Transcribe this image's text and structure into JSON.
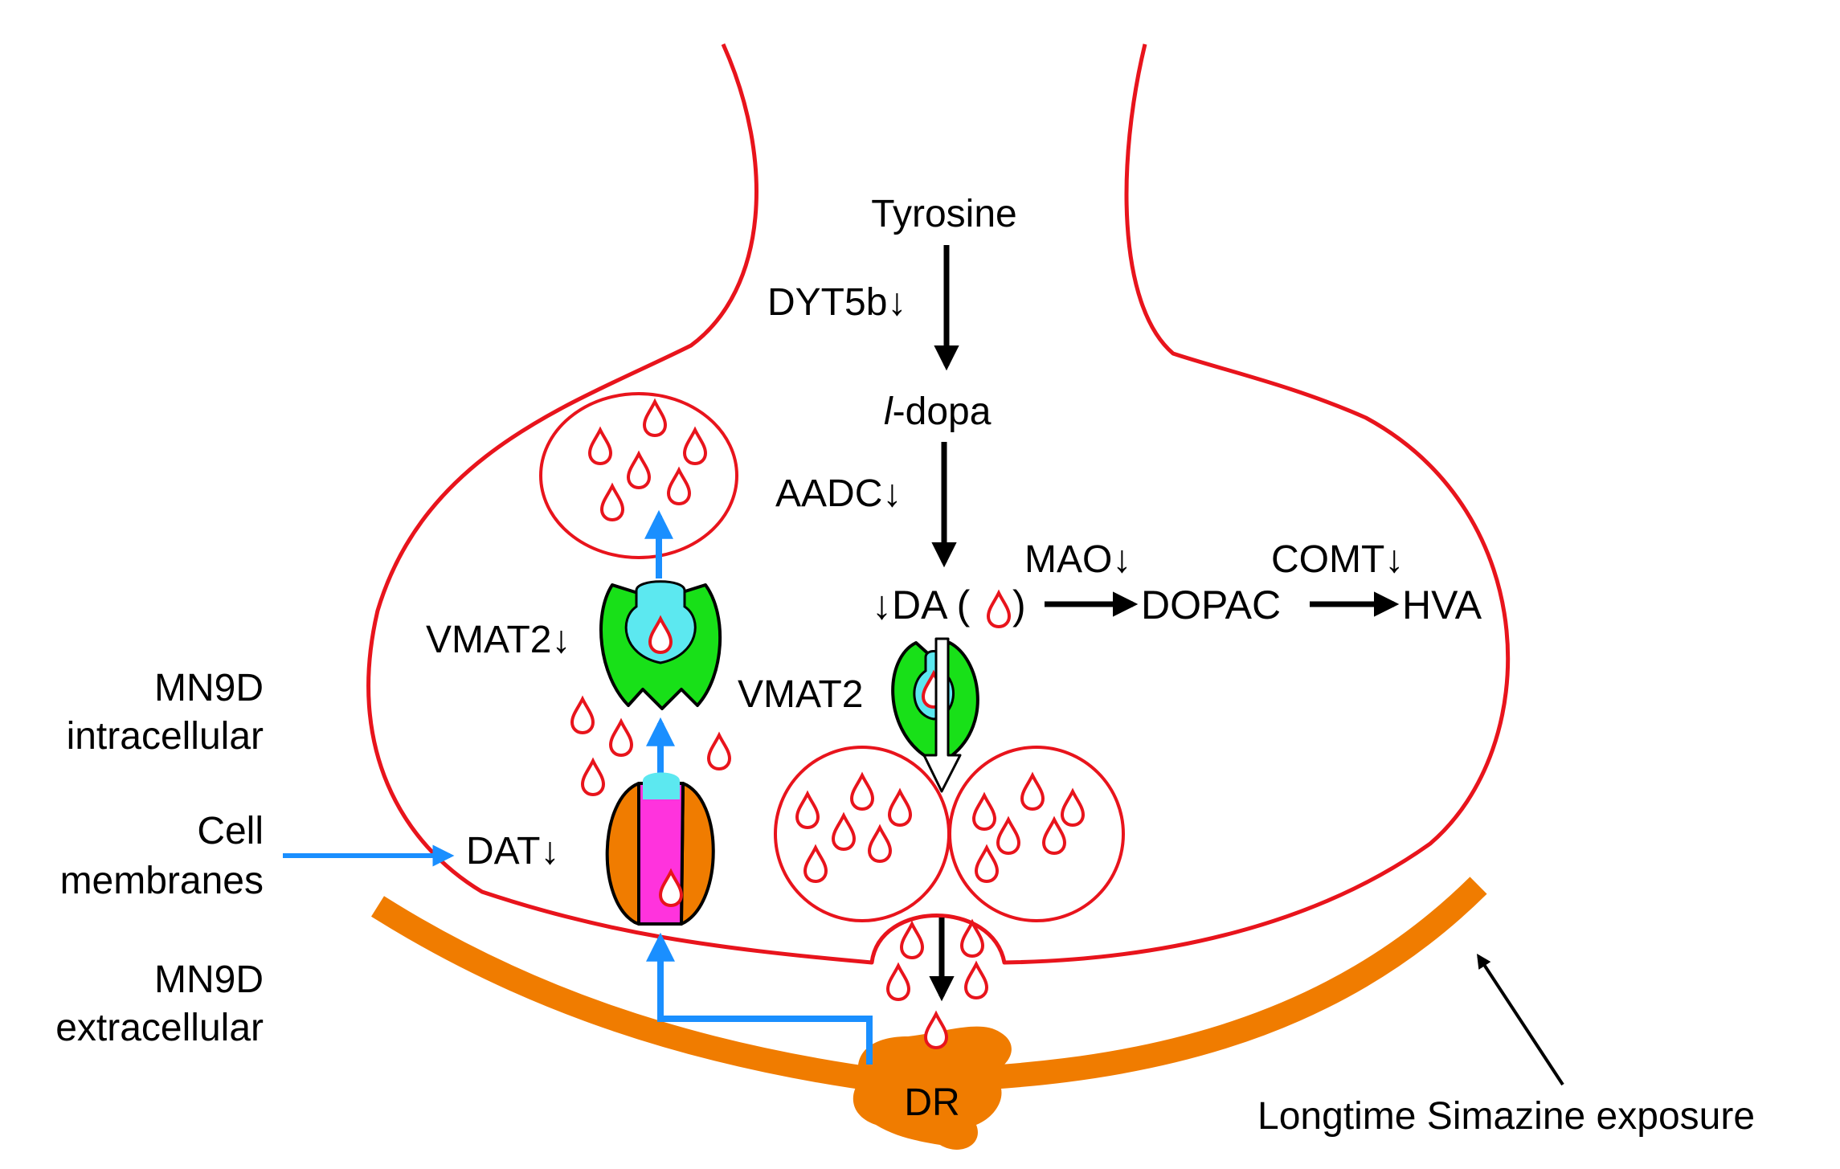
{
  "labels": {
    "tyrosine": "Tyrosine",
    "dyt5b": "DYT5b↓",
    "ldopa_italic": "l",
    "ldopa_rest": "-dopa",
    "aadc": "AADC↓",
    "mao": "MAO↓",
    "comt": "COMT↓",
    "da_prefix": "↓DA (",
    "da_suffix": ")",
    "dopac": "DOPAC",
    "hva": "HVA",
    "vmat2_down": "VMAT2↓",
    "vmat2": "VMAT2",
    "dat": "DAT↓",
    "dr": "DR",
    "mn9d_intra_1": "MN9D",
    "mn9d_intra_2": "intracellular",
    "cell_membranes_1": "Cell",
    "cell_membranes_2": "membranes",
    "mn9d_extra_1": "MN9D",
    "mn9d_extra_2": "extracellular",
    "exposure": "Longtime Simazine exposure"
  },
  "colors": {
    "membrane": "#e8141c",
    "orange": "#f07c00",
    "green": "#18e018",
    "cyan": "#5ce8f0",
    "magenta": "#ff33dd",
    "blue": "#1a8fff",
    "black": "#000000"
  },
  "icons": {
    "dopamine_drop": "drop-icon",
    "transporter": "transporter-icon",
    "vesicle": "vesicle-icon"
  }
}
